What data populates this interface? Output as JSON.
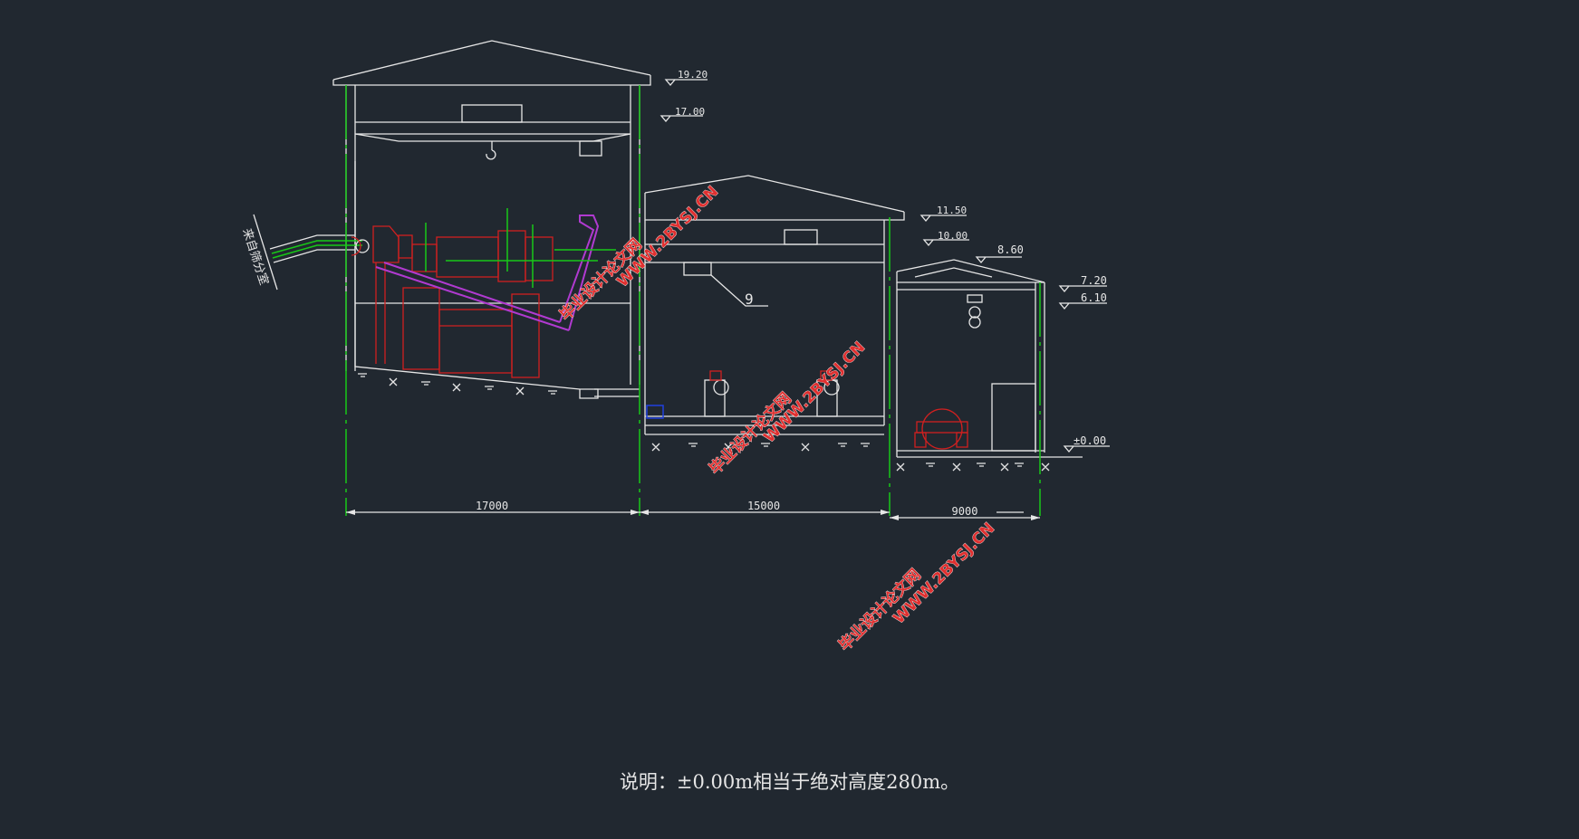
{
  "elevations": {
    "e1920": "19.20",
    "e1700": "17.00",
    "e1150": "11.50",
    "e1000": "10.00",
    "e860": "8.60",
    "e720": "7.20",
    "e610": "6.10",
    "e000": "±0.00"
  },
  "dimensions": {
    "d1": "17000",
    "d2": "15000",
    "d3": "9000"
  },
  "labels": {
    "pipe_label": "来自筛分室",
    "callout": "9"
  },
  "watermarks": {
    "site_cn": "毕业设计论文网",
    "site_url": "WWW.2BYSJ.CN"
  },
  "note": "说明：±0.00m相当于绝对高度280m。",
  "colors": {
    "background": "#212830",
    "line": "#e6e6e6",
    "axis": "#18c818",
    "equipment": "#d02020",
    "chute": "#b03ad0",
    "watermark": "#e03030"
  }
}
